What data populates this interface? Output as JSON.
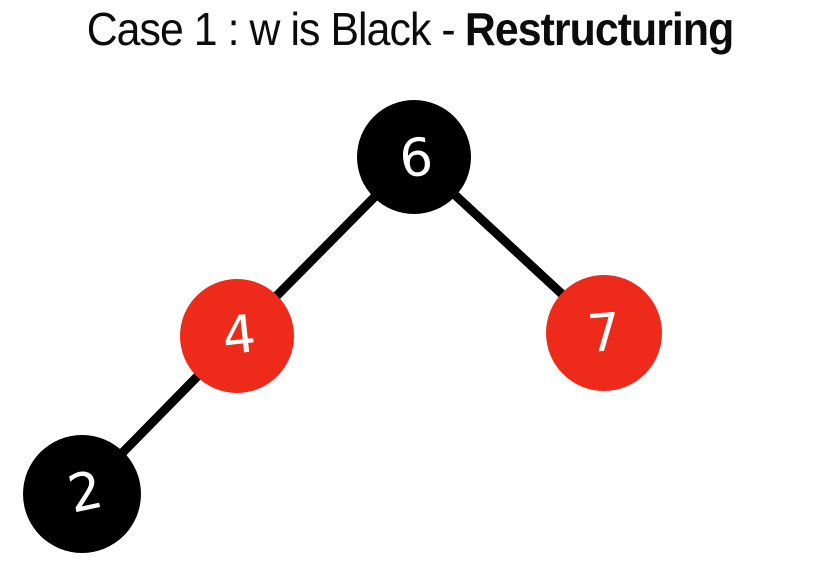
{
  "slide": {
    "title": {
      "regular": "Case 1 : w is Black -",
      "bold": "Restructuring",
      "full": "Case 1 : w is Black - Restructuring"
    },
    "background_color": "#FFFFFF",
    "title_color": "#0C0C0C"
  },
  "tree": {
    "type": "red-black-tree",
    "edge_color": "#000000",
    "node_label_color": "#FFFFFF",
    "red_node_color": "#EE2A1B",
    "black_node_color": "#000000",
    "nodes": [
      {
        "value": "6",
        "color_name": "black",
        "fill": "#000000"
      },
      {
        "value": "4",
        "color_name": "red",
        "fill": "#EE2A1B"
      },
      {
        "value": "7",
        "color_name": "red",
        "fill": "#EE2A1B"
      },
      {
        "value": "2",
        "color_name": "black",
        "fill": "#000000"
      }
    ],
    "edges": [
      {
        "from": "6",
        "to": "4"
      },
      {
        "from": "6",
        "to": "7"
      },
      {
        "from": "4",
        "to": "2"
      }
    ]
  }
}
